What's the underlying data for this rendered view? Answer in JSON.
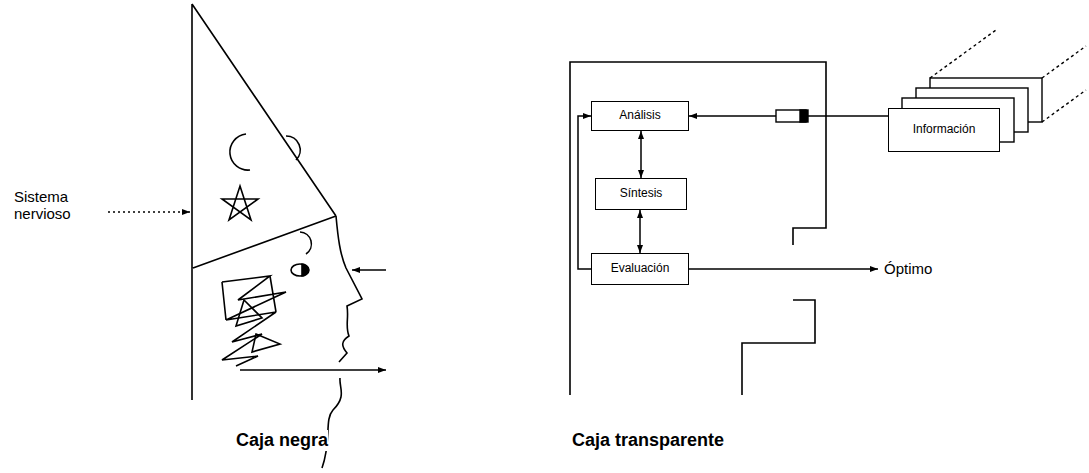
{
  "diagram": {
    "nodes": [
      {
        "text": [
          "Análisis"
        ]
      },
      {
        "text": [
          "Síntesis"
        ]
      },
      {
        "text": [
          "Evaluación"
        ]
      },
      {
        "text": [
          "Información"
        ]
      }
    ],
    "edges": [
      {
        "from": 3,
        "to": 0,
        "arrow": "to"
      },
      {
        "from": 0,
        "to": 1,
        "arrow": "both"
      },
      {
        "from": 1,
        "to": 2,
        "arrow": "both"
      },
      {
        "from": 2,
        "to": 0,
        "arrow": "to"
      }
    ],
    "labels": [
      "Sistema nervioso",
      "Óptimo",
      "Caja negra",
      "Caja transparente"
    ]
  }
}
